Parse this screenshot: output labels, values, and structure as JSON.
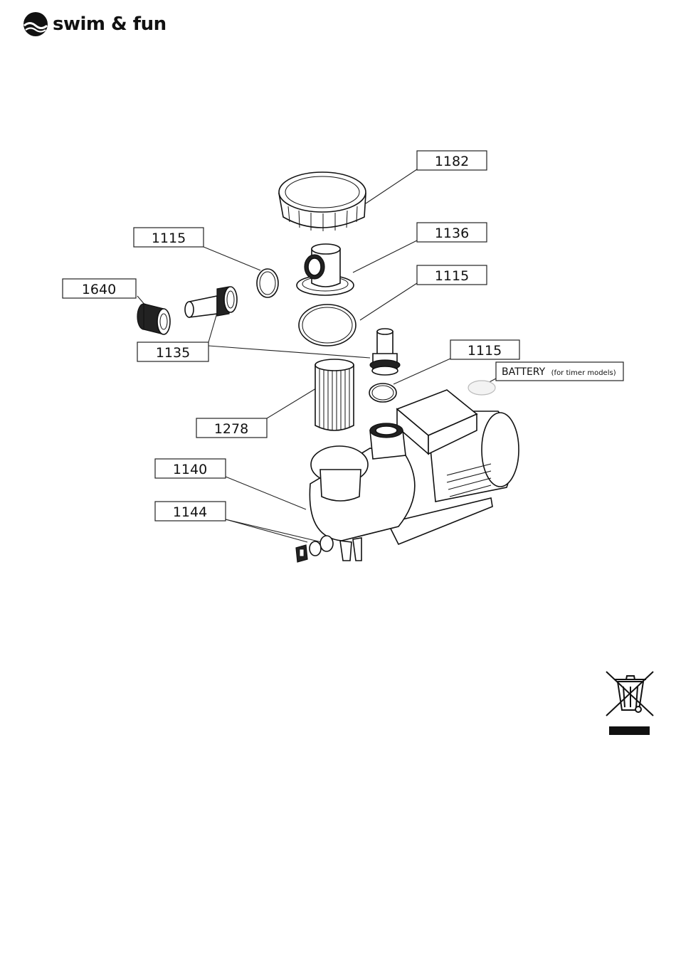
{
  "brand": {
    "name": "swim & fun"
  },
  "diagram": {
    "labels": {
      "cap": "1182",
      "oring_top_left": "1115",
      "lid_housing": "1136",
      "oring_mid": "1115",
      "union_nut": "1640",
      "hose_adapter": "1135",
      "oring_right": "1115",
      "battery": "BATTERY",
      "battery_note": "(for timer models)",
      "basket": "1278",
      "pump_body": "1140",
      "drain_plug": "1144"
    }
  },
  "icons": {
    "weee": "crossed-out-wheelie-bin-icon"
  }
}
